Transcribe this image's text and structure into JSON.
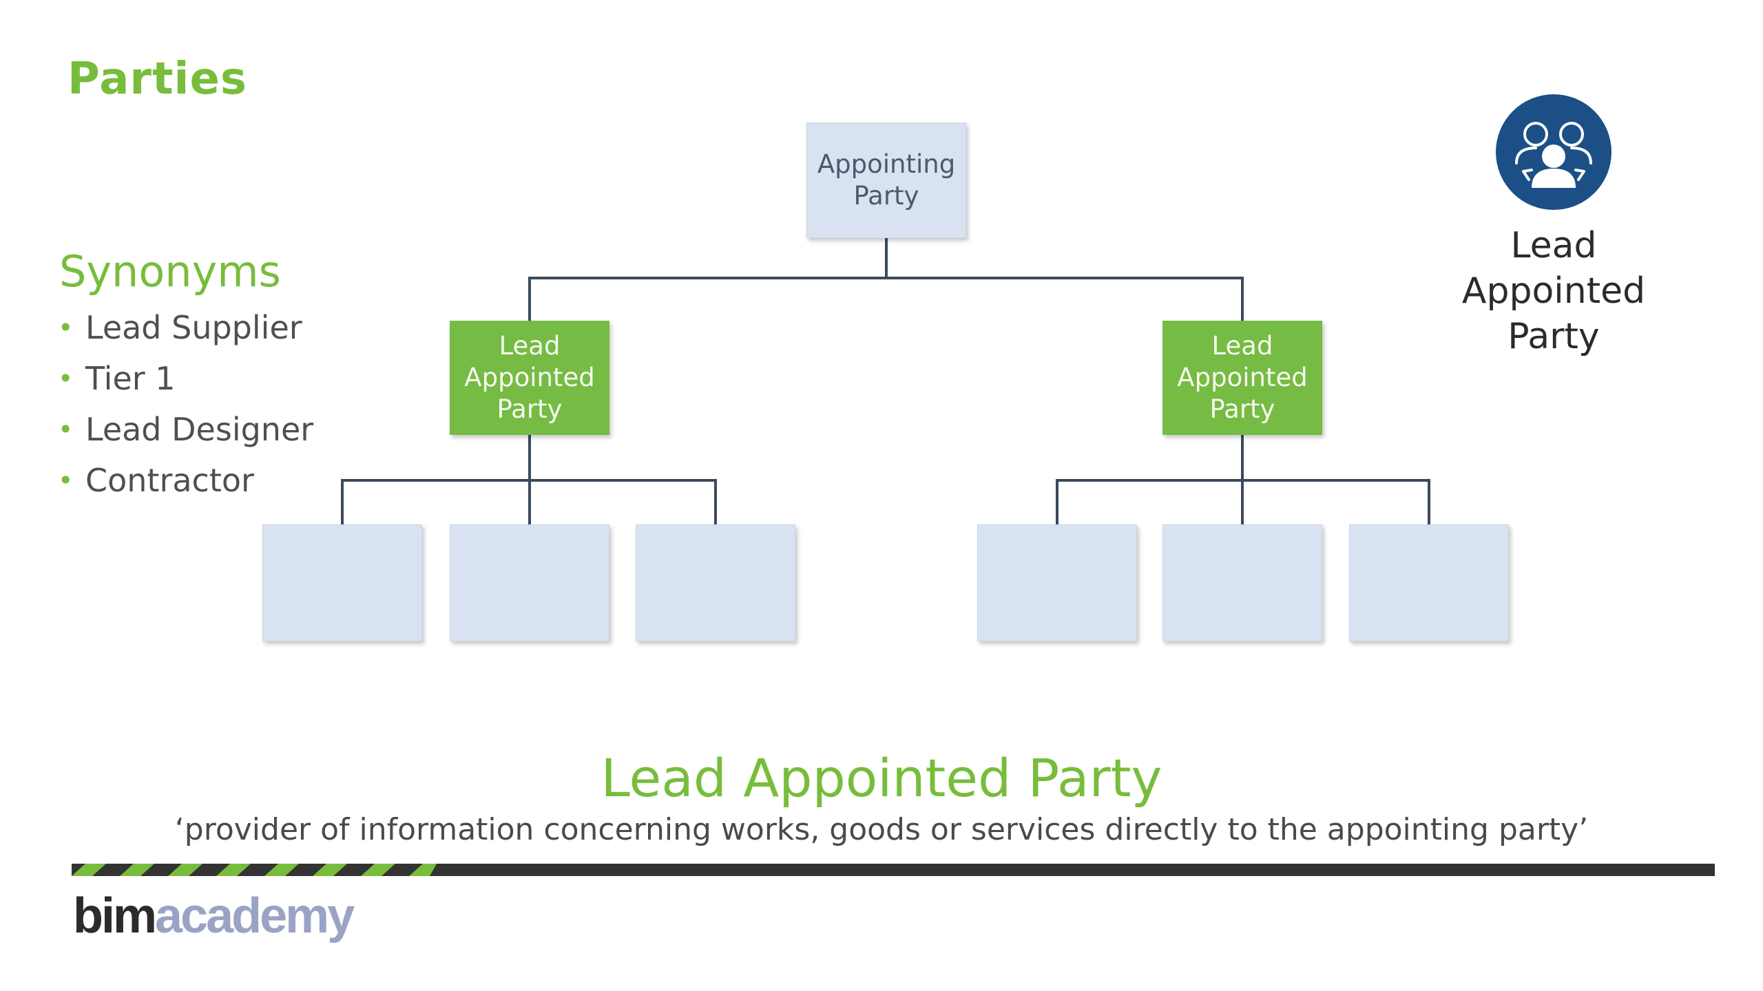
{
  "slide": {
    "title": "Parties"
  },
  "synonyms": {
    "heading": "Synonyms",
    "bullet": "•",
    "items": [
      "Lead Supplier",
      "Tier 1",
      "Lead Designer",
      "Contractor"
    ]
  },
  "org_chart": {
    "root": {
      "label": "Appointing Party"
    },
    "leads": [
      {
        "label": "Lead Appointed Party",
        "children": [
          "",
          "",
          ""
        ]
      },
      {
        "label": "Lead Appointed Party",
        "children": [
          "",
          "",
          ""
        ]
      }
    ]
  },
  "role": {
    "label": "Lead Appointed Party",
    "icon": "group-of-people-icon"
  },
  "definition": {
    "title": "Lead Appointed Party",
    "text": "‘provider of information concerning works, goods or services directly to the appointing party’"
  },
  "brand": {
    "logo_part1": "bim",
    "logo_part2": "academy"
  },
  "colors": {
    "accent_green": "#77bd3b",
    "box_blue": "#d9e2f0",
    "box_green": "#76bb44",
    "connector": "#3a4a5e",
    "icon_navy": "#1b4f86",
    "bar_dark": "#333333",
    "logo_grey": "#9aa3c4"
  }
}
